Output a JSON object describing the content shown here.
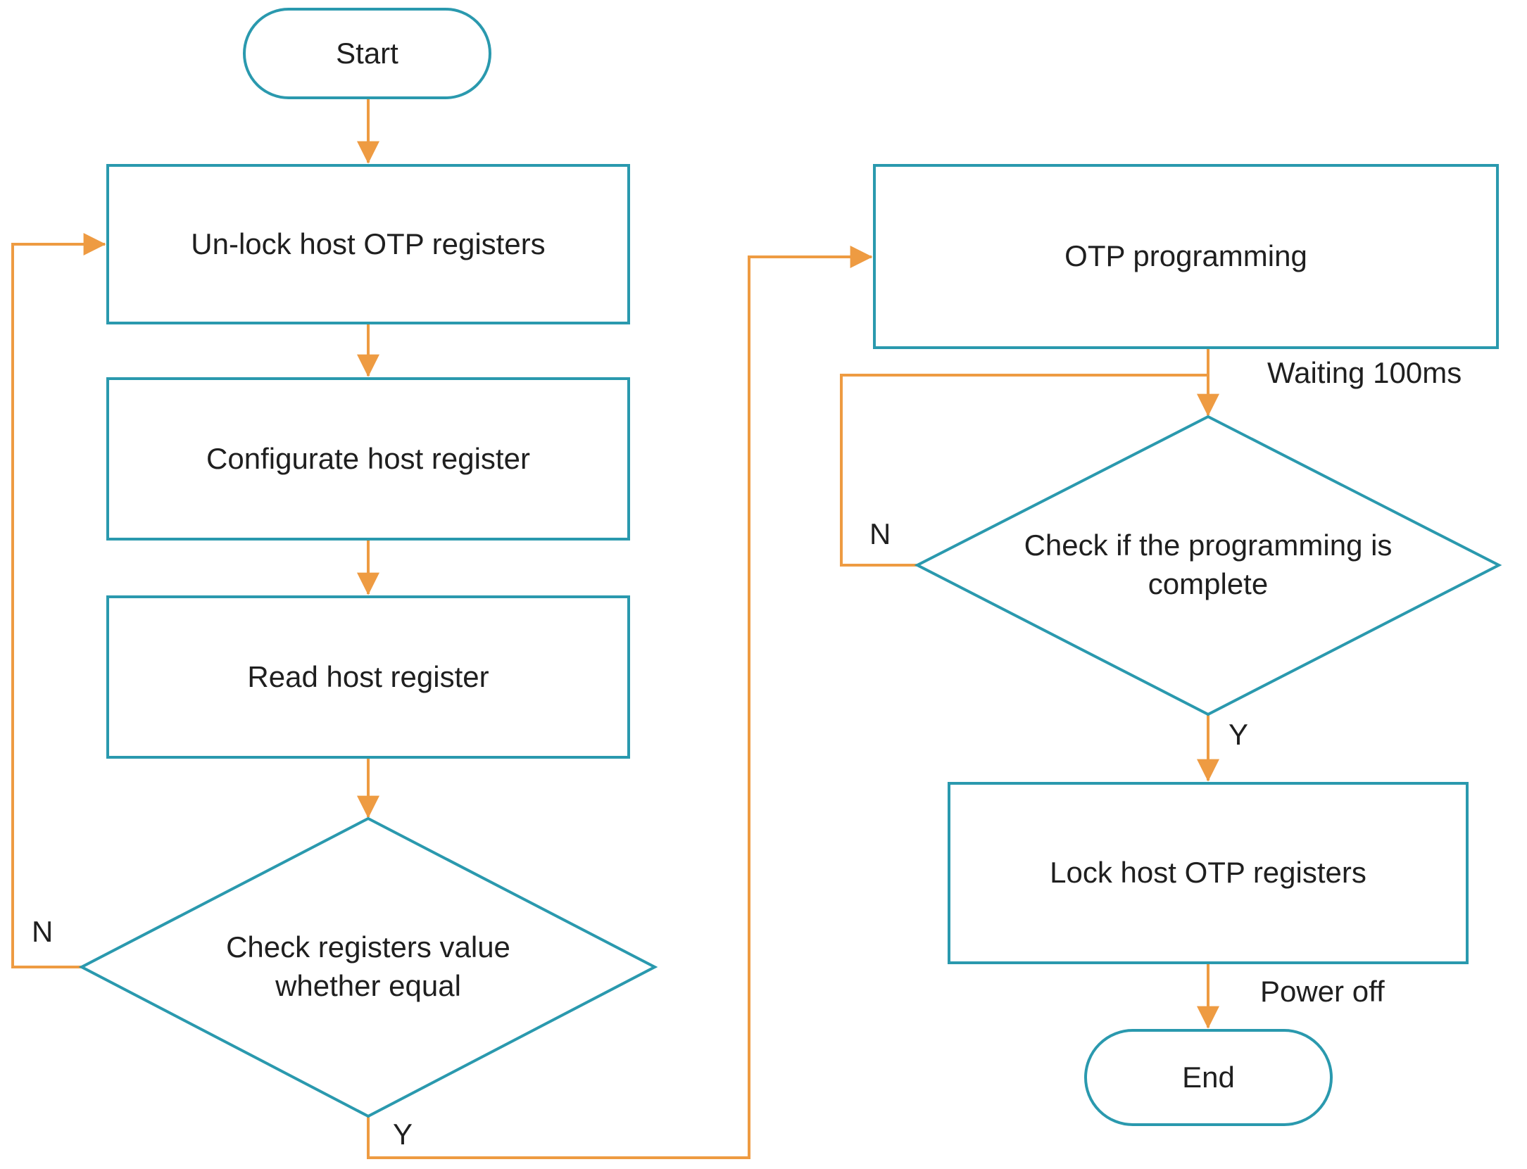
{
  "diagram": {
    "type": "flowchart",
    "colors": {
      "node_border": "#2a99ae",
      "arrow": "#ee9b42",
      "text": "#1f1f1f",
      "background": "#ffffff"
    },
    "nodes": {
      "start": {
        "label": "Start",
        "shape": "terminator"
      },
      "unlock_registers": {
        "label": "Un-lock host OTP registers",
        "shape": "process"
      },
      "configurate_register": {
        "label": "Configurate host register",
        "shape": "process"
      },
      "read_register": {
        "label": "Read host register",
        "shape": "process"
      },
      "check_registers_equal": {
        "label": "Check registers value\nwhether equal",
        "shape": "decision"
      },
      "otp_programming": {
        "label": "OTP programming",
        "shape": "process"
      },
      "check_programming_complete": {
        "label": "Check if the programming is\ncomplete",
        "shape": "decision"
      },
      "lock_registers": {
        "label": "Lock host OTP registers",
        "shape": "process"
      },
      "end": {
        "label": "End",
        "shape": "terminator"
      }
    },
    "edge_labels": {
      "check_equal_no": "N",
      "check_equal_yes": "Y",
      "waiting_100ms": "Waiting 100ms",
      "check_complete_no": "N",
      "check_complete_yes": "Y",
      "power_off": "Power off"
    }
  }
}
